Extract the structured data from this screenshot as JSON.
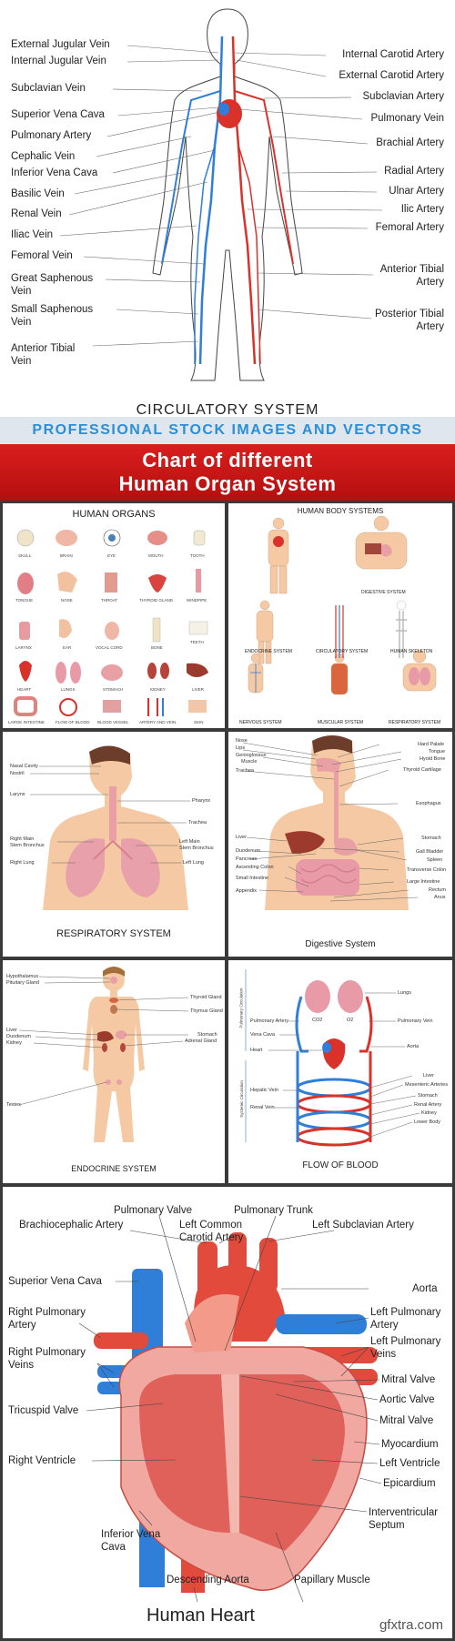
{
  "circulatory": {
    "title": "CIRCULATORY SYSTEM",
    "left": [
      "External Jugular Vein",
      "Internal Jugular Vein",
      "Subclavian Vein",
      "Superior Vena Cava",
      "Pulmonary Artery",
      "Cephalic Vein",
      "Inferior Vena Cava",
      "Basilic Vein",
      "Renal Vein",
      "Iliac Vein",
      "Femoral Vein",
      "Great Saphenous",
      "Vein",
      "Small Saphenous",
      "Vein",
      "Anterior Tibial",
      "Vein"
    ],
    "right": [
      "Internal Carotid Artery",
      "External Carotid Artery",
      "Subclavian Artery",
      "Pulmonary Vein",
      "Brachial Artery",
      "Radial Artery",
      "Ulnar Artery",
      "Ilic Artery",
      "Femoral Artery",
      "Anterior Tibial",
      "Artery",
      "Posterior Tibial",
      "Artery"
    ]
  },
  "banner": {
    "strip": "PROFESSIONAL STOCK IMAGES AND VECTORS",
    "line1": "Chart of different",
    "line2": "Human Organ System"
  },
  "organs": {
    "title": "HUMAN ORGANS",
    "labels": [
      "SKULL",
      "BRAIN",
      "EYE",
      "MOUTH",
      "TOOTH",
      "TONGUE",
      "NOSE",
      "THROAT",
      "THYROID GLAND",
      "WINDPIPE",
      "LARYNX",
      "EAR",
      "VOCAL CORD",
      "BONE",
      "TEETH",
      "HEART",
      "LUNGS",
      "STOMACH",
      "KIDNEY",
      "LIVER",
      "LARGE INTESTINE",
      "FLOW OF BLOOD",
      "BLOOD VESSEL",
      "ARTERY AND VEIN",
      "SKIN"
    ]
  },
  "bodysystems": {
    "title": "HUMAN BODY SYSTEMS",
    "labels": [
      "DIGESTIVE SYSTEM",
      "ENDOCRINE SYSTEM",
      "CIRCULATORY SYSTEM",
      "HUMAN SKELETON",
      "NERVOUS SYSTEM",
      "MUSCULAR SYSTEM",
      "RESPIRATORY SYSTEM"
    ]
  },
  "respiratory": {
    "title": "RESPIRATORY SYSTEM",
    "left": [
      "Nasal Cavity",
      "Nostril",
      "Larynx",
      "Right Main",
      "Stem Bronchus",
      "Right Lung"
    ],
    "right": [
      "Pharynx",
      "Trachea",
      "Left Main",
      "Stem Bronchus",
      "Left Lung"
    ]
  },
  "digestive": {
    "title": "Digestive System",
    "left": [
      "Nose",
      "Lips",
      "Genioglossus",
      "Muscle",
      "Trachea",
      "Liver",
      "Duodenum",
      "Pancreas",
      "Ascending Colon",
      "Small Intestine",
      "Appendix"
    ],
    "right": [
      "Hard Palate",
      "Tongue",
      "Hyoid Bone",
      "Thyroid Cartilage",
      "Esophagus",
      "Stomach",
      "Gall Bladder",
      "Spleen",
      "Transverse Colon",
      "Large Intestine",
      "Rectum",
      "Anus"
    ]
  },
  "endocrine": {
    "title": "ENDOCRINE SYSTEM",
    "left": [
      "Hypothalamus",
      "Pituitary Gland",
      "Liver",
      "Duodenum",
      "Kidney",
      "Testes"
    ],
    "right": [
      "Thyroid Gland",
      "Thymus Gland",
      "Stomach",
      "Adrenal Gland"
    ]
  },
  "flow": {
    "title": "FLOW OF BLOOD",
    "side1": "Pulmonary Circulation",
    "side2": "Systemic Circulation",
    "left": [
      "Pulmonary Artery",
      "Vena Cava",
      "Heart",
      "Hepatic Vein",
      "Renal Vein"
    ],
    "right": [
      "Lungs",
      "Pulmonary Vein",
      "Aorta",
      "Liver",
      "Mesenteric Arteries",
      "Stomach",
      "Renal Artery",
      "Kidney",
      "Lower Body"
    ],
    "co2": "CO2",
    "o2": "O2"
  },
  "heart": {
    "title": "Human Heart",
    "top": [
      "Pulmonary Valve",
      "Pulmonary Trunk",
      "Brachiocephalic Artery",
      "Left Common",
      "Carotid Artery",
      "Left Subclavian Artery"
    ],
    "left": [
      "Superior Vena Cava",
      "Right Pulmonary",
      "Artery",
      "Right Pulmonary",
      "Veins",
      "Tricuspid Valve",
      "Right Ventricle",
      "Inferior Vena",
      "Cava"
    ],
    "right": [
      "Aorta",
      "Left Pulmonary",
      "Artery",
      "Left Pulmonary",
      "Veins",
      "Mitral Valve",
      "Aortic Valve",
      "Mitral Valve",
      "Myocardium",
      "Left Ventricle",
      "Epicardium",
      "Interventricular",
      "Septum"
    ],
    "bottom": [
      "Descending Aorta",
      "Papillary Muscle"
    ]
  },
  "watermark": "gfxtra.com",
  "colors": {
    "artery": "#d9322b",
    "vein": "#2f7fd8",
    "skin": "#f5c9a3",
    "banner_red": "#c8161b",
    "banner_blue": "#2a8fd6"
  }
}
